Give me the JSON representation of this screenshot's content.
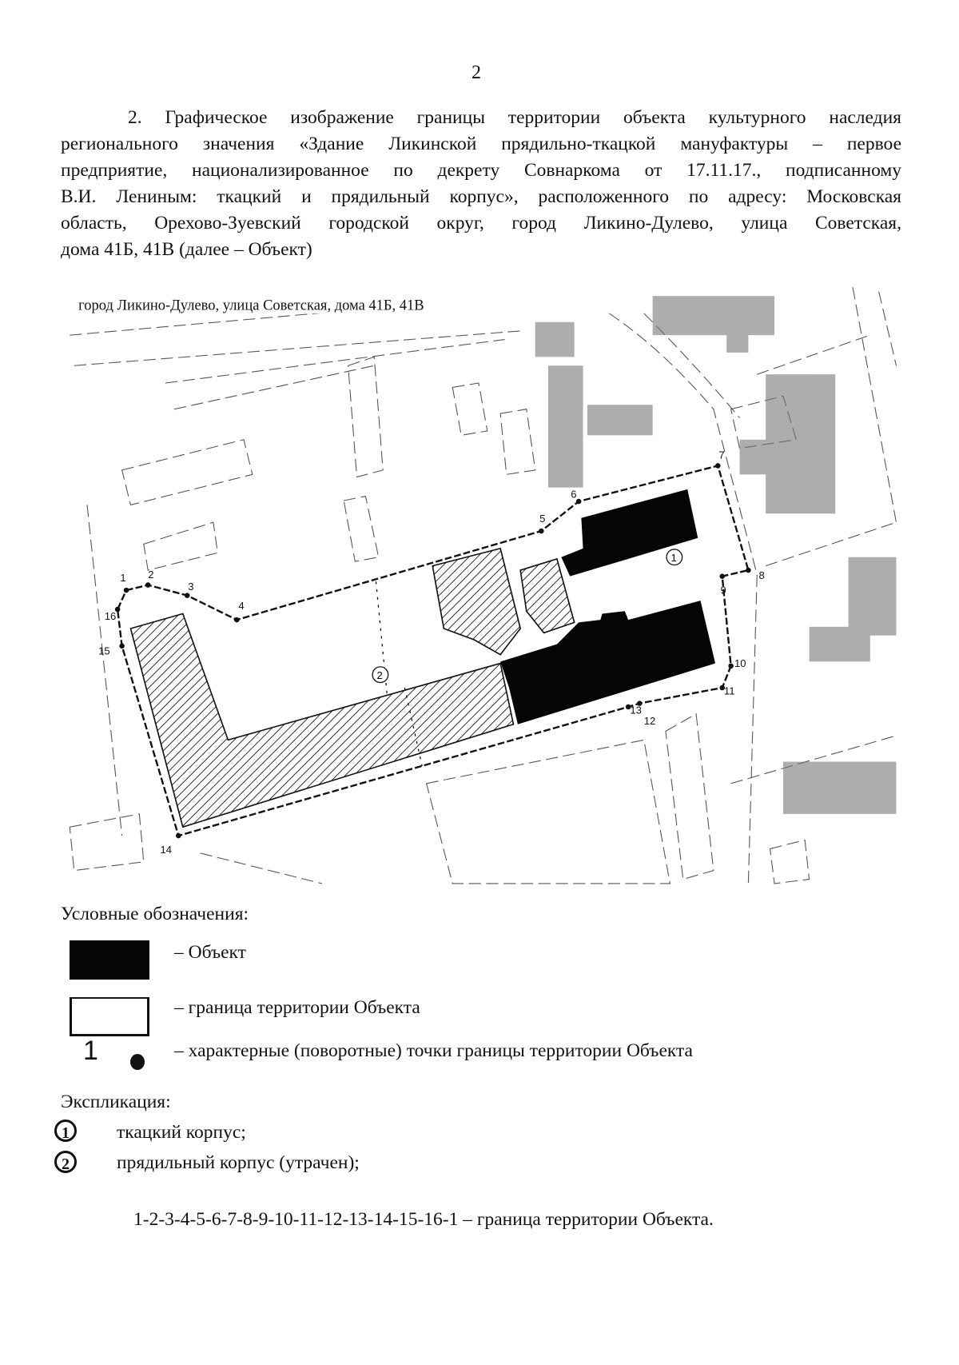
{
  "page_number": "2",
  "paragraph_lines": [
    "2. Графическое изображение границы территории объекта культурного наследия",
    "регионального значения «Здание Ликинской прядильно-ткацкой мануфактуры – первое",
    "предприятие, национализированное по декрету Совнаркома от 17.11.17., подписанному",
    "В.И. Лениным: ткацкий и прядильный корпус», расположенного по адресу: Московская",
    "область, Орехово-Зуевский городской округ, город Ликино-Дулево, улица Советская,",
    "дома 41Б, 41В (далее – Объект)"
  ],
  "map": {
    "title": "город Ликино-Дулево, улица Советская, дома 41Б, 41В",
    "point_labels": [
      "1",
      "2",
      "3",
      "4",
      "5",
      "6",
      "7",
      "8",
      "9",
      "10",
      "11",
      "12",
      "13",
      "14",
      "15",
      "16"
    ],
    "building_labels": [
      "1",
      "2"
    ],
    "colors": {
      "object": "#050505",
      "hatch": "#111111",
      "boundary": "#111111"
    }
  },
  "legend": {
    "title": "Условные обозначения:",
    "items": [
      {
        "symbol": "black-fill-box",
        "label": "– Объект"
      },
      {
        "symbol": "outlined-box",
        "label": "– граница территории Объекта"
      },
      {
        "symbol": "point-number-and-dot",
        "sample_number": "1",
        "label": "– характерные (поворотные) точки границы территории Объекта"
      }
    ]
  },
  "explication": {
    "title": "Экспликация:",
    "items": [
      {
        "number": "1",
        "label": "ткацкий корпус;"
      },
      {
        "number": "2",
        "label": "прядильный корпус (утрачен);"
      }
    ]
  },
  "boundary_sequence": "1-2-3-4-5-6-7-8-9-10-11-12-13-14-15-16-1 – граница территории Объекта."
}
